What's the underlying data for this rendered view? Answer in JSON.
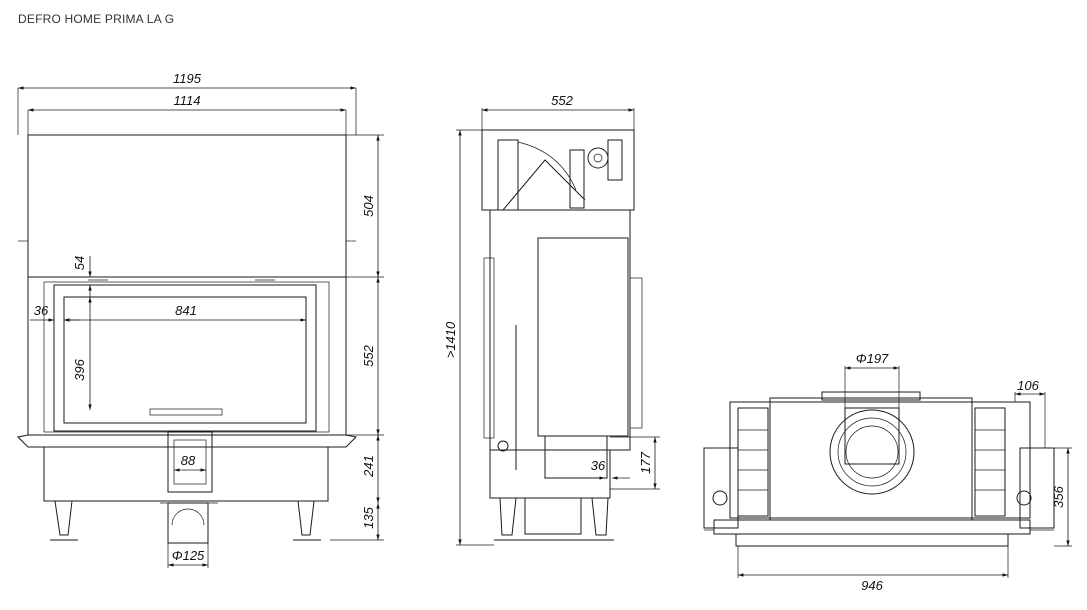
{
  "title": "DEFRO HOME PRIMA LA G",
  "dims": {
    "front_total_width": "1195",
    "front_body_width": "1114",
    "hood_height": "504",
    "frame_offset": "54",
    "glass_margin": "36",
    "glass_width": "841",
    "glass_height": "396",
    "door_height": "552",
    "base_height": "241",
    "inlet_width": "88",
    "leg_height": "135",
    "inlet_diameter": "Φ125",
    "side_depth": "552",
    "side_total_height": ">1410",
    "side_small_offset": "36",
    "side_inlet_height": "177",
    "top_flue_diameter": "Φ197",
    "top_offset": "106",
    "top_depth": "356",
    "top_width": "946"
  }
}
